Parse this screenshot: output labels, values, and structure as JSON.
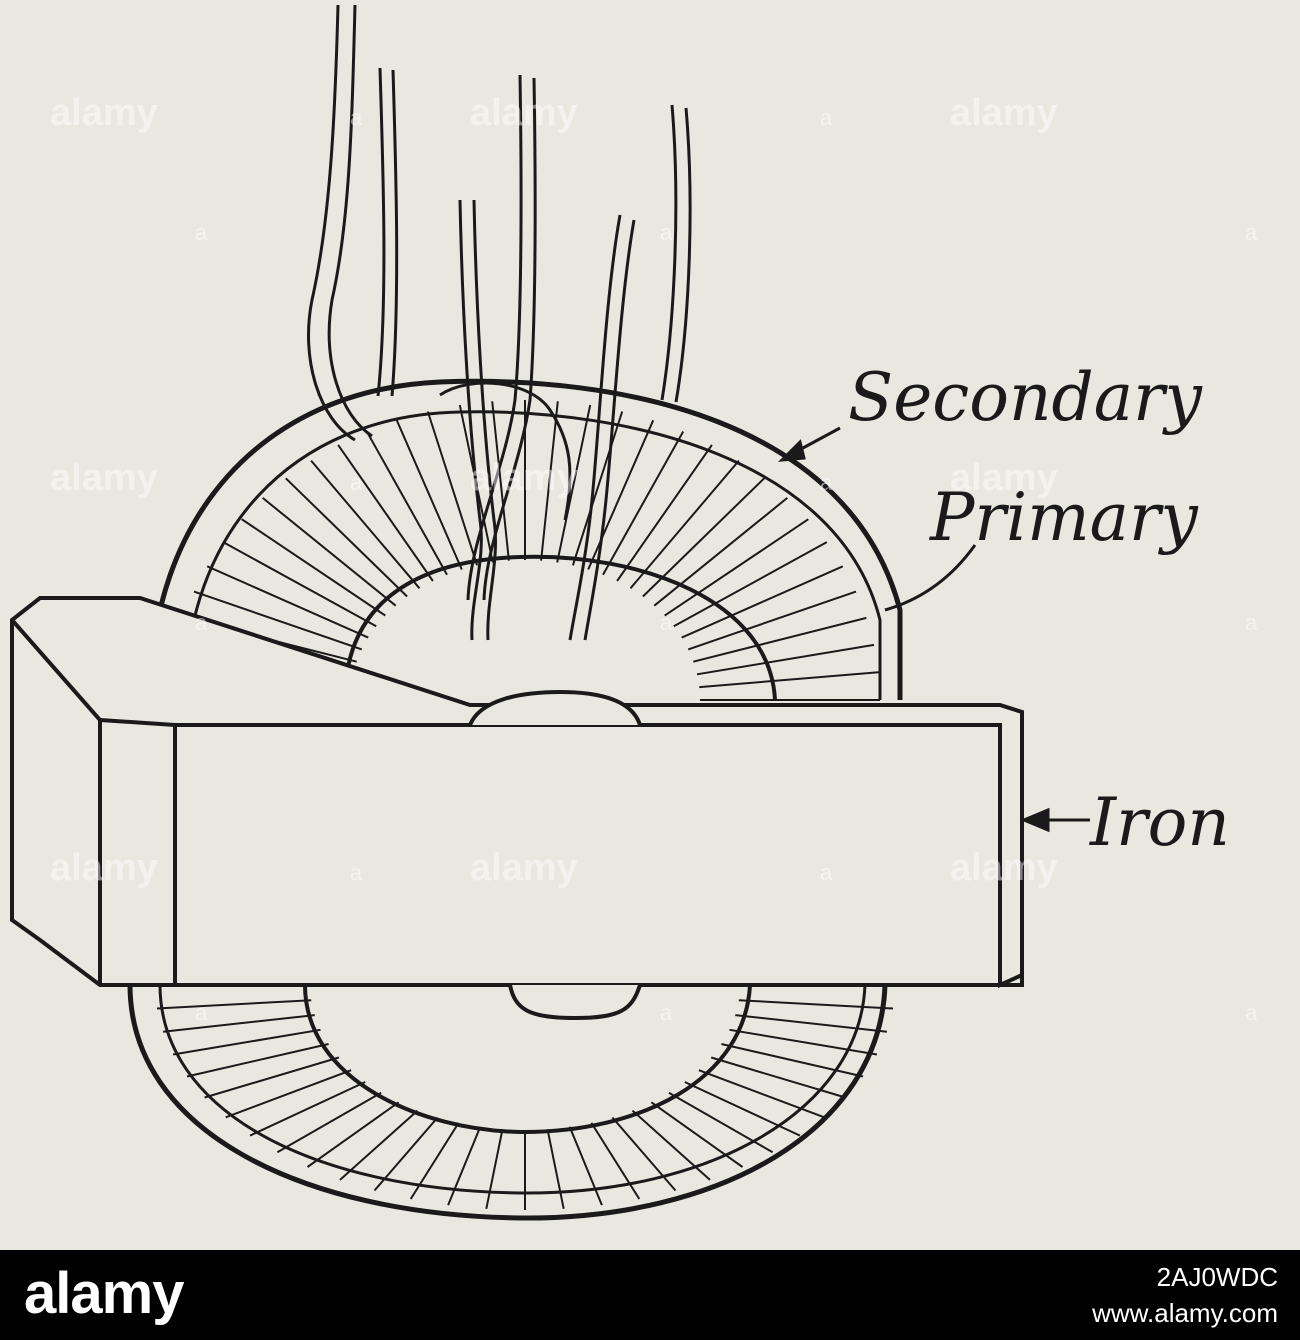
{
  "figure": {
    "labels": {
      "secondary": "Secondary",
      "primary": "Primary",
      "iron": "Iron"
    }
  },
  "watermark": {
    "text": "alamy",
    "mark": "a"
  },
  "footer": {
    "brand": "alamy",
    "image_id": "2AJ0WDC",
    "site_url": "www.alamy.com"
  },
  "colors": {
    "paper": "#e9e8e0",
    "ink": "#1a1a1a",
    "footer_bg": "#000000",
    "footer_text": "#ffffff"
  }
}
